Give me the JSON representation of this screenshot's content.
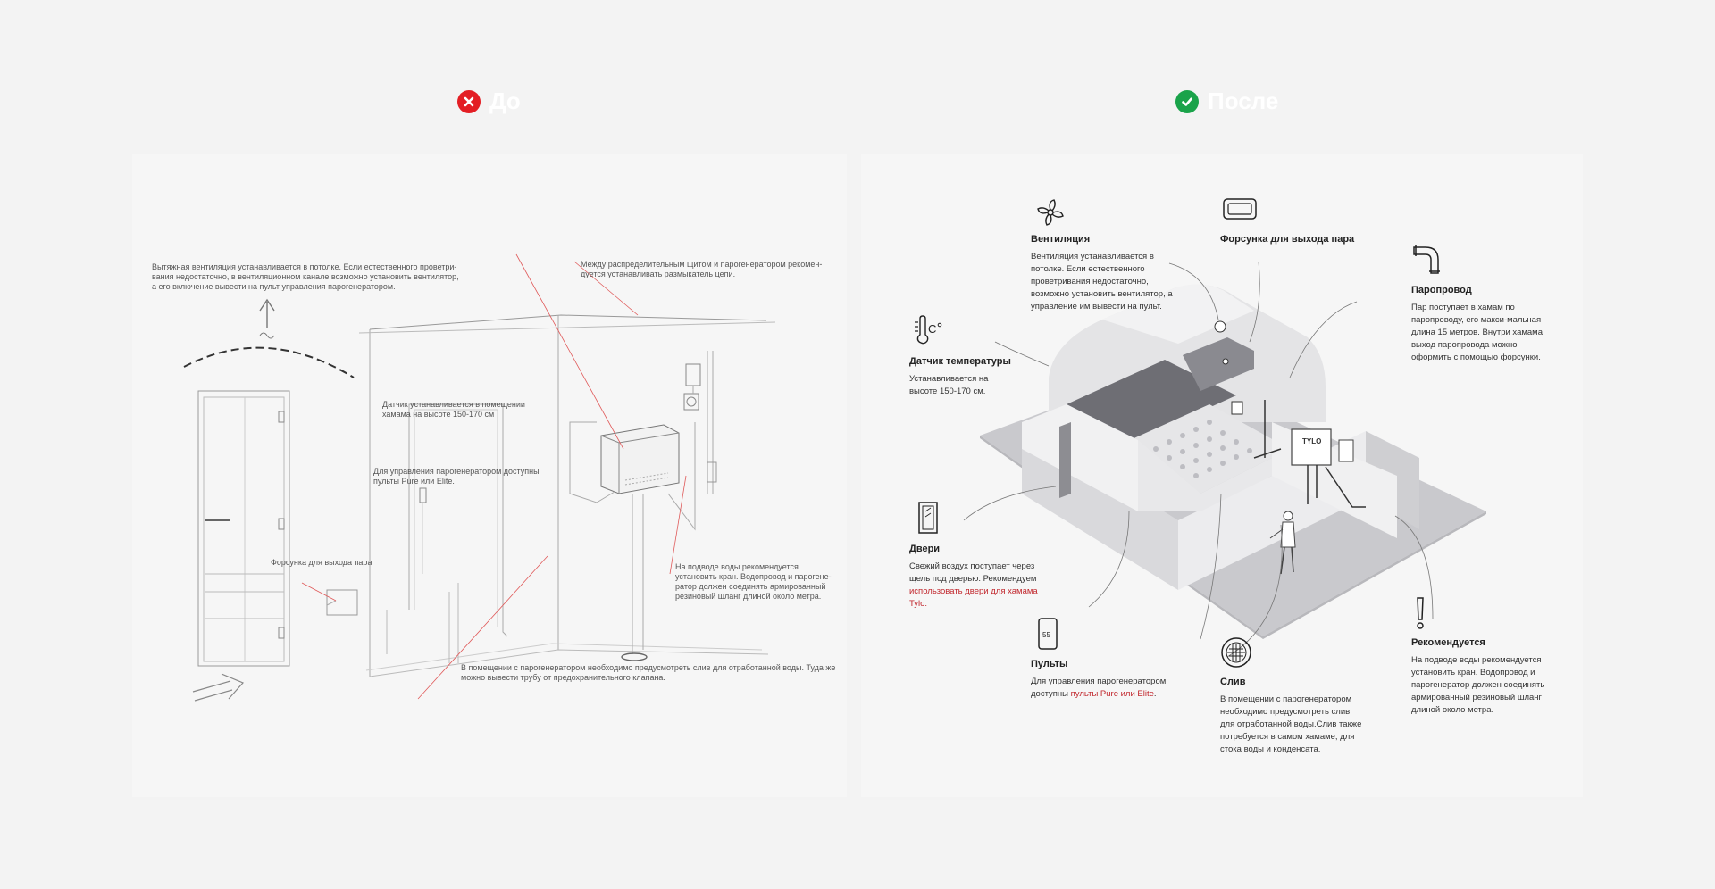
{
  "headings": {
    "before": "До",
    "after": "После"
  },
  "colors": {
    "bad": "#e31e24",
    "good": "#1aa34a",
    "accent_red": "#c1272d",
    "panel_bg": "#f6f6f6"
  },
  "before": {
    "notes": {
      "ventilation": "Вытяжная вентиляция устанавливается в потолке. Если естественного проветри-вания недостаточно, в вентиляционном канале возможно установить вентилятор, а его включение вывести на пульт управления парогенератором.",
      "breaker": "Между распределительным щитом и парогенератором рекомен-дуется устанавливать размыкатель цепи.",
      "sensor": "Датчик устанавливается в помещении хамама на высоте 150-170 см",
      "controls": "Для управления парогенератором доступны пульты Pure или Elite.",
      "nozzle": "Форсунка для выхода пара",
      "water": "На подводе воды рекомендуется установить кран. Водопровод и парогене-ратор должен соединять армированный резиновый шланг длиной около метра.",
      "drain": "В помещении с парогенератором необходимо предусмотреть слив для отработанной воды. Туда же можно вывести трубу от предохранительного клапана."
    }
  },
  "after": {
    "ventilation": {
      "icon": "fan-icon",
      "title": "Вентиляция",
      "text": "Вентиляция устанавливается в потолке. Если естественного проветривания недостаточно, возможно установить вентилятор, а управление им вывести на пульт."
    },
    "nozzle": {
      "icon": "nozzle-icon",
      "title": "Форсунка для выхода пара"
    },
    "steam_pipe": {
      "icon": "pipe-icon",
      "title": "Паропровод",
      "text": "Пар поступает в хамам по паропроводу, его макси-мальная длина 15 метров. Внутри хамама выход паропровода можно оформить с помощью форсунки."
    },
    "temperature": {
      "icon": "thermometer-icon",
      "title": "Датчик температуры",
      "text": "Устанавливается на высоте 150-170 см."
    },
    "doors": {
      "icon": "door-icon",
      "title": "Двери",
      "text": "Свежий воздух поступает через щель под дверью. Рекомендуем",
      "link": "использовать двери для хамама Tylo."
    },
    "controls": {
      "icon": "remote-icon",
      "title": "Пульты",
      "text": "Для управления парогенератором доступны",
      "link": "пульты Pure или Elite",
      "dot": ".",
      "remote_label": "55"
    },
    "drain": {
      "icon": "drain-icon",
      "title": "Слив",
      "text": "В помещении с парогенератором необходимо предусмотреть слив для отработанной воды.Слив также потребуется в самом хамаме, для стока воды и конденсата."
    },
    "recommended": {
      "icon": "exclamation-icon",
      "title": "Рекомендуется",
      "text": "На подводе воды рекомендуется установить кран. Водопровод и парогенератор должен соединять армированный резиновый шланг длиной около метра."
    },
    "generator_label": "TYLO"
  }
}
